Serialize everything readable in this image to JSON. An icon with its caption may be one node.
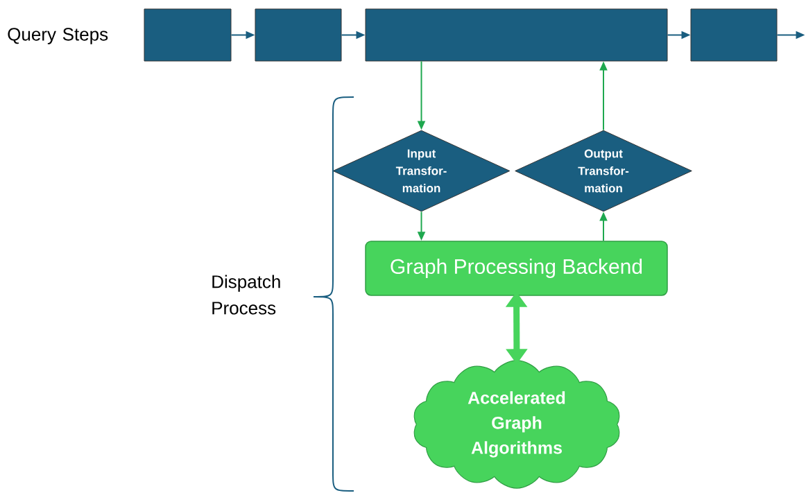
{
  "diagram": {
    "nodes": [
      {
        "text": [],
        "shape": "box"
      },
      {
        "text": [],
        "shape": "box"
      },
      {
        "text": [],
        "shape": "box"
      },
      {
        "text": [],
        "shape": "box"
      },
      {
        "text": [
          "Input Transfor- mation"
        ]
      },
      {
        "text": [
          "Output Transfor- mation"
        ]
      },
      {
        "text": [
          "Graph Processing Backend"
        ]
      },
      {
        "text": [
          "Accelerated Graph Algorithms"
        ]
      }
    ],
    "edges": [
      {
        "from": 0,
        "to": 1,
        "arrow": "to"
      },
      {
        "from": 1,
        "to": 2,
        "arrow": "to"
      },
      {
        "from": 2,
        "to": 3,
        "arrow": "to"
      },
      {
        "from": 3,
        "to": null,
        "arrow": "to"
      },
      {
        "from": 2,
        "to": 4,
        "arrow": "to",
        "color": "#1fa84f"
      },
      {
        "from": 4,
        "to": 6,
        "arrow": "to",
        "color": "#1fa84f"
      },
      {
        "from": 6,
        "to": 5,
        "arrow": "to",
        "color": "#1fa84f"
      },
      {
        "from": 5,
        "to": 2,
        "arrow": "to",
        "color": "#1fa84f"
      },
      {
        "from": 6,
        "to": 7,
        "arrow": "both",
        "style": "thick",
        "color": "#47d45c"
      }
    ],
    "labels": [
      "Query Steps",
      "Dispatch Process"
    ]
  }
}
